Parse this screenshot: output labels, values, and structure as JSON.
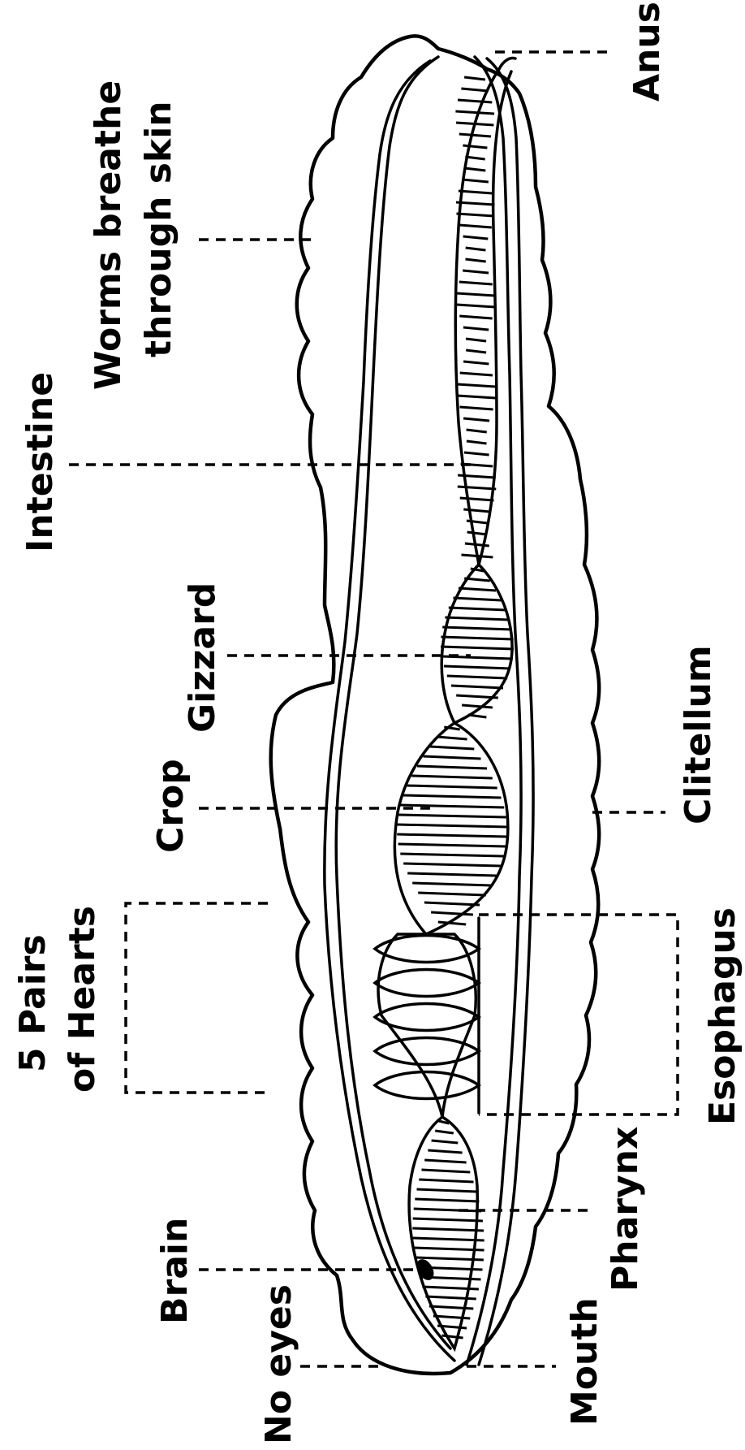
{
  "labels": {
    "anus": "Anus",
    "worms_breathe": [
      "Worms breathe",
      "through skin"
    ],
    "intestine": "Intestine",
    "gizzard": "Gizzard",
    "clitellum": "Clitellum",
    "crop": "Crop",
    "hearts": [
      "5 Pairs",
      "of Hearts"
    ],
    "esophagus": "Esophagus",
    "pharynx": "Pharynx",
    "brain": "Brain",
    "mouth": "Mouth",
    "no_eyes": "No eyes"
  },
  "colors": {
    "line": "#000000",
    "background": "#ffffff"
  }
}
